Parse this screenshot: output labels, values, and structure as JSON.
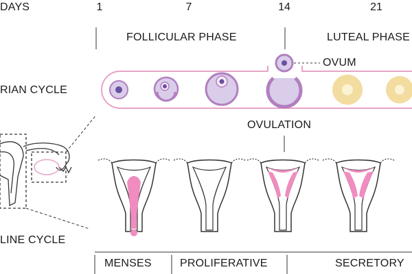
{
  "days": {
    "title": "DAYS",
    "ticks": [
      "1",
      "7",
      "14",
      "21"
    ]
  },
  "phases": {
    "follicular": "FOLLICULAR PHASE",
    "luteal": "LUTEAL PHASE"
  },
  "ovarian_cycle_label": "RIAN CYCLE",
  "uterine_cycle_label": "LINE CYCLE",
  "ovum_label": "OVUM",
  "ovulation_label": "OVULATION",
  "uterine_phases": {
    "menses": "MENSES",
    "proliferative": "PROLIFERATIVE",
    "secretory": "SECRETORY"
  },
  "colors": {
    "pink": "#e8a3c8",
    "pink_fill": "#f08cc0",
    "follicle_fill": "#d9cdea",
    "follicle_ring": "#b27fbf",
    "nucleus": "#6b4fa0",
    "corpus_yellow": "#f3dca0",
    "corpus_center": "#fbf3d4",
    "line": "#333333"
  }
}
